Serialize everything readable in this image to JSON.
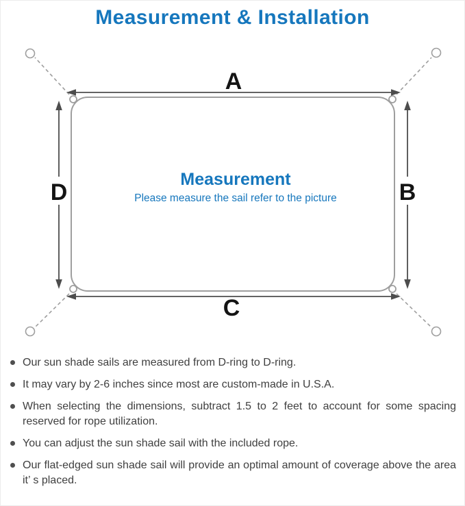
{
  "title": "Measurement & Installation",
  "colors": {
    "accent": "#1677bd",
    "line": "#9e9e9e",
    "arrow": "#4d4d4d",
    "text": "#3f3f3f"
  },
  "diagram": {
    "center_title": "Measurement",
    "center_subtitle": "Please measure the sail refer to the picture",
    "labels": {
      "top": "A",
      "right": "B",
      "bottom": "C",
      "left": "D"
    }
  },
  "notes": [
    "Our sun shade sails are measured from D-ring to D-ring.",
    "It may vary by 2-6 inches since most are custom-made in U.S.A.",
    "When selecting the dimensions, subtract 1.5 to 2 feet to account for some spacing reserved for rope utilization.",
    "You can adjust the sun shade sail with the included rope.",
    "Our flat-edged sun shade sail will provide an optimal amount of coverage above the area it’ s placed."
  ]
}
